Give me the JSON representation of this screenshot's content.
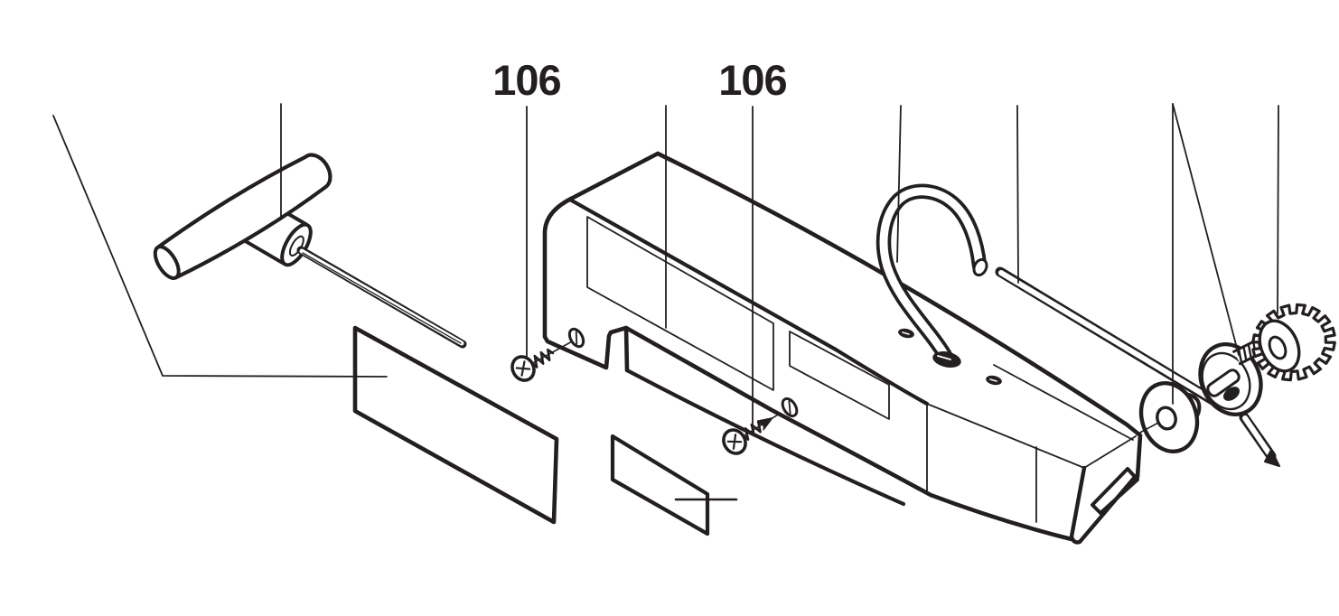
{
  "figure": {
    "kind": "exploded-parts-diagram",
    "background": "#ffffff",
    "ink": "#231f20",
    "callouts": [
      {
        "target": "screw-front-left",
        "label": "106"
      },
      {
        "target": "screw-front-right",
        "label": "106"
      }
    ],
    "parts": [
      "t-handle-hex-wrench",
      "large-sticker-label",
      "small-sticker-label",
      "cover-housing",
      "phillips-screw-left",
      "phillips-screw-right",
      "curved-hose",
      "guide-rod",
      "washer",
      "cam-disc",
      "threaded-stud",
      "knurled-thumbwheel"
    ]
  }
}
